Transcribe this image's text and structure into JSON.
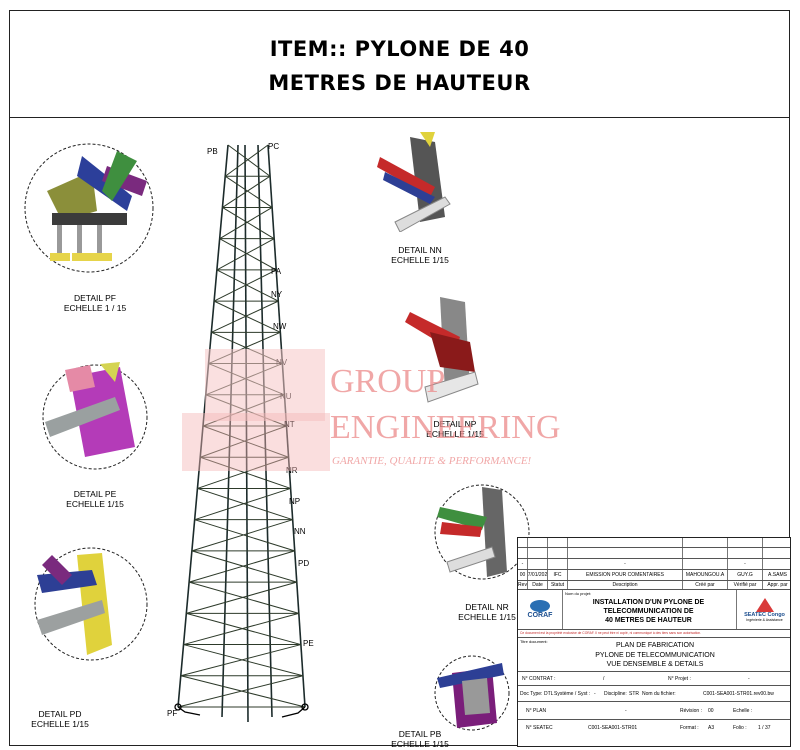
{
  "title": {
    "line1": "ITEM:: PYLONE DE 40",
    "line2": "METRES DE HAUTEUR"
  },
  "details": {
    "pf": {
      "name": "DETAIL  PF",
      "scale": "ECHELLE 1 / 15"
    },
    "pe": {
      "name": "DETAIL  PE",
      "scale": "ECHELLE 1/15"
    },
    "pd": {
      "name": "DETAIL  PD",
      "scale": "ECHELLE 1/15"
    },
    "nn": {
      "name": "DETAIL  NN",
      "scale": "ECHELLE 1/15"
    },
    "np": {
      "name": "DETAIL  NP",
      "scale": "ECHELLE 1/15"
    },
    "nr": {
      "name": "DETAIL  NR",
      "scale": "ECHELLE 1/15"
    },
    "pb": {
      "name": "DETAIL  PB",
      "scale": "ECHELLE 1/15"
    }
  },
  "tower_points": [
    "PB",
    "PC",
    "PA",
    "NY",
    "NW",
    "NV",
    "NU",
    "NT",
    "NR",
    "NP",
    "NN",
    "PD",
    "PE",
    "PF"
  ],
  "watermark": {
    "line1": "GROUP",
    "line2": "ENGINEERING",
    "line3": "GARANTIE, QUALITE & PERFORMANCE!"
  },
  "title_block": {
    "blank_rows": [
      "-",
      "-",
      "-"
    ],
    "rev_row": {
      "rev": "00",
      "date": "17/01/2021",
      "status": "IFC",
      "description": "EMISSION POUR COMENTAIRES",
      "made_by": "MAHOUNGOU.A",
      "checked_by": "GUY.G",
      "approved_by": "A.SAMS"
    },
    "rev_headers": {
      "rev": "Rev",
      "date": "Date",
      "status": "Statut",
      "description": "Description",
      "made_by": "Créé par",
      "checked_by": "Vérifié par",
      "approved_by": "Appr. par"
    },
    "project_label": "Nom du projet:",
    "project_name": [
      "INSTALLATION D'UN PYLONE DE",
      "TELECOMMUNICATION DE",
      "40 METRES DE HAUTEUR"
    ],
    "client_logo": "CORAF",
    "company_logo": "SEATEC Congo",
    "company_sub": "Ingénierie & Assistance",
    "notice": "Ce document est la propriété exclusive de CORAF. Il ne peut être ni copié, ni communiqué à des tiers sans son autorisation.",
    "doc_title_label": "Titre document:",
    "doc_title": [
      "PLAN DE FABRICATION",
      "PYLONE DE TELECOMMUNICATION",
      "VUE DENSEMBLE & DETAILS"
    ],
    "contract_label": "N° CONTRAT :",
    "contract_value": "/",
    "project_no_label": "N° Projet :",
    "project_no_value": "-",
    "doctype_label": "Doc Type:",
    "doctype_value": "DTL",
    "system_label": "Système / Syst :",
    "system_value": "-",
    "discipline_label": "Discipline:",
    "discipline_value": "STR",
    "file_label": "Nom du fichier:",
    "file_value": "C001-SEA001-STR01.rev00.bw",
    "plan_label": "N° PLAN",
    "plan_value": "-",
    "revision_label": "Révision :",
    "revision_value": "00",
    "echelle_label": "Echelle :",
    "echelle_value": "",
    "seatec_label": "N° SEATEC",
    "seatec_value": "C001-SEA001-STR01",
    "format_label": "Format :",
    "format_value": "A3",
    "folio_label": "Folio :",
    "folio_value": "1 / 37"
  }
}
